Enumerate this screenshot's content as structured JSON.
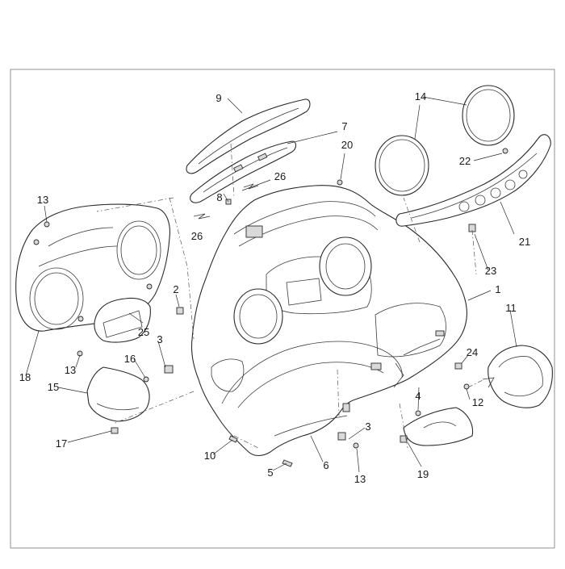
{
  "diagram": {
    "labels": {
      "l1": "1",
      "l2": "2",
      "l3a": "3",
      "l3b": "3",
      "l4": "4",
      "l5": "5",
      "l6": "6",
      "l7": "7",
      "l8": "8",
      "l9": "9",
      "l10": "10",
      "l11": "11",
      "l12": "12",
      "l13a": "13",
      "l13b": "13",
      "l13c": "13",
      "l14": "14",
      "l15": "15",
      "l16": "16",
      "l17": "17",
      "l18": "18",
      "l19": "19",
      "l20": "20",
      "l21": "21",
      "l22": "22",
      "l23": "23",
      "l24": "24",
      "l25": "25",
      "l26a": "26",
      "l26b": "26"
    }
  }
}
